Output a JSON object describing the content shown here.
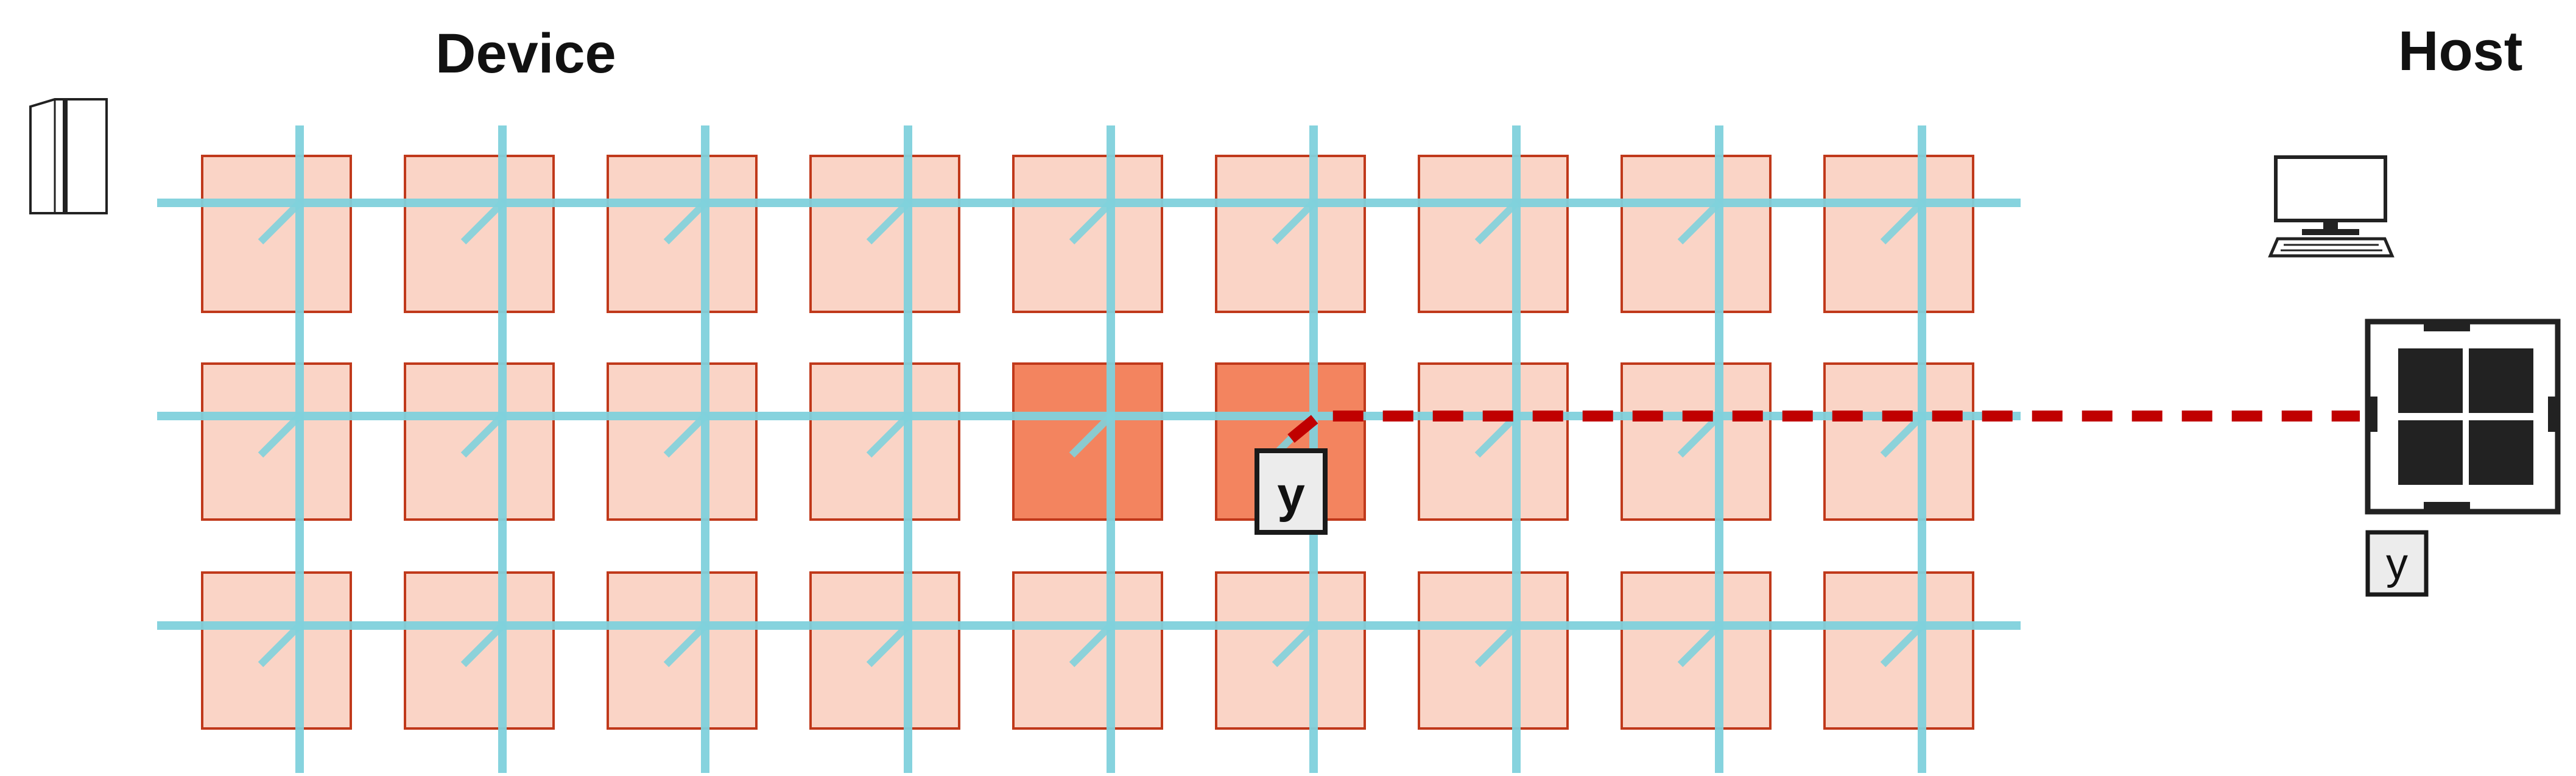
{
  "labels": {
    "device": "Device",
    "host": "Host",
    "value_chip": "y",
    "host_value_chip": "y"
  },
  "icons": {
    "device_icon": "tower-icon",
    "host_icon": "desktop-computer-icon",
    "host_chip_icon": "chip-icon"
  },
  "grid": {
    "rows": 3,
    "cols": 9,
    "highlighted_tiles": [
      {
        "row": 1,
        "col": 4
      },
      {
        "row": 1,
        "col": 5
      }
    ]
  },
  "colors": {
    "tile_fill": "#fad4c6",
    "tile_fill_highlight": "#f3845f",
    "tile_stroke": "#c0391b",
    "interconnect": "#7fd1dc",
    "transfer_path": "#c00000",
    "chip_body": "#222222"
  }
}
